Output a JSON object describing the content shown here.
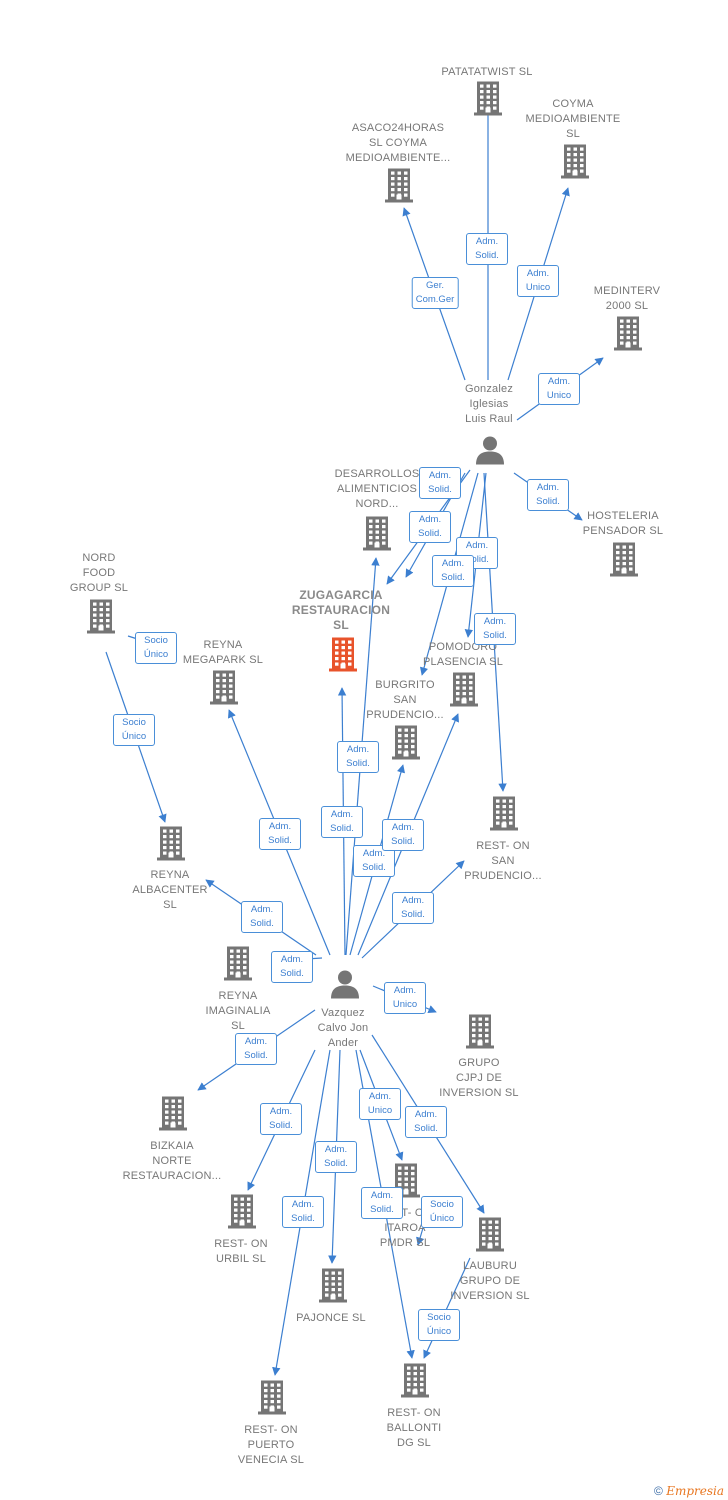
{
  "colors": {
    "edge": "#3c7fd0",
    "node": "#757575",
    "focus": "#e8532b"
  },
  "persons": [
    {
      "id": "gonzalez",
      "label": "Gonzalez\nIglesias\nLuis Raul",
      "icon": "person-icon"
    },
    {
      "id": "vazquez",
      "label": "Vazquez\nCalvo Jon\nAnder",
      "icon": "person-icon"
    }
  ],
  "companies": [
    {
      "id": "patatatwist",
      "label": "PATATATWIST SL",
      "focus": false
    },
    {
      "id": "coyma",
      "label": "COYMA\nMEDIOAMBIENTE\nSL",
      "focus": false
    },
    {
      "id": "asaco",
      "label": "ASACO24HORAS\nSL COYMA\nMEDIOAMBIENTE...",
      "focus": false
    },
    {
      "id": "medinterv",
      "label": "MEDINTERV\n2000  SL",
      "focus": false
    },
    {
      "id": "desarrollos",
      "label": "DESARROLLOS\nALIMENTICIOS\nNORD...",
      "focus": false
    },
    {
      "id": "hosteleria",
      "label": "HOSTELERIA\nPENSADOR SL",
      "focus": false
    },
    {
      "id": "nordfood",
      "label": "NORD\nFOOD\nGROUP  SL",
      "focus": false
    },
    {
      "id": "zugagarcia",
      "label": "ZUGAGARCIA\nRESTAURACION\nSL",
      "focus": true
    },
    {
      "id": "reynamegapark",
      "label": "REYNA\nMEGAPARK  SL",
      "focus": false
    },
    {
      "id": "pomodoro",
      "label": "POMODORO\nPLASENCIA  SL",
      "focus": false
    },
    {
      "id": "burgrito",
      "label": "BURGRITO\nSAN\nPRUDENCIO...",
      "focus": false
    },
    {
      "id": "restonsan",
      "label": "REST- ON\nSAN\nPRUDENCIO...",
      "focus": false
    },
    {
      "id": "reynaalbacenter",
      "label": "REYNA\nALBACENTER\nSL",
      "focus": false
    },
    {
      "id": "reynaimaginalia",
      "label": "REYNA\nIMAGINALIA\nSL",
      "focus": false
    },
    {
      "id": "grupocjpj",
      "label": "GRUPO\nCJPJ DE\nINVERSION  SL",
      "focus": false
    },
    {
      "id": "bizkaia",
      "label": "BIZKAIA\nNORTE\nRESTAURACION...",
      "focus": false
    },
    {
      "id": "restonurbil",
      "label": "REST- ON\nURBIL  SL",
      "focus": false
    },
    {
      "id": "itaroa",
      "label": "REST- ON\nITAROA\nPMDR  SL",
      "focus": false
    },
    {
      "id": "lauburu",
      "label": "LAUBURU\nGRUPO DE\nINVERSION  SL",
      "focus": false
    },
    {
      "id": "pajonce",
      "label": "PAJONCE  SL",
      "focus": false
    },
    {
      "id": "restonpuerto",
      "label": "REST- ON\nPUERTO\nVENECIA  SL",
      "focus": false
    },
    {
      "id": "restonballonti",
      "label": "REST- ON\nBALLONTI\nDG  SL",
      "focus": false
    }
  ],
  "edges": [
    {
      "from": "gonzalez",
      "to": "patatatwist",
      "role": "Adm.\nSolid."
    },
    {
      "from": "gonzalez",
      "to": "coyma",
      "role": "Adm.\nUnico"
    },
    {
      "from": "gonzalez",
      "to": "asaco",
      "role": "Ger.\nCom.Ger"
    },
    {
      "from": "gonzalez",
      "to": "medinterv",
      "role": "Adm.\nUnico"
    },
    {
      "from": "gonzalez",
      "to": "desarrollos",
      "role": "Adm.\nSolid."
    },
    {
      "from": "gonzalez",
      "to": "hosteleria",
      "role": "Adm.\nSolid."
    },
    {
      "from": "gonzalez",
      "to": "burgrito",
      "role": "Adm.\nSolid."
    },
    {
      "from": "gonzalez",
      "to": "pomodoro",
      "role": "Adm.\nSolid."
    },
    {
      "from": "gonzalez",
      "to": "restonsan",
      "role": "Adm.\nSolid."
    },
    {
      "from": "gonzalez",
      "to": "desarrollos",
      "role": "Adm.\nSolid."
    },
    {
      "from": "nordfood",
      "to": "reynamegapark",
      "role": "Socio\nÚnico"
    },
    {
      "from": "nordfood",
      "to": "reynaalbacenter",
      "role": "Socio\nÚnico"
    },
    {
      "from": "vazquez",
      "to": "zugagarcia",
      "role": "Adm.\nSolid."
    },
    {
      "from": "vazquez",
      "to": "desarrollos",
      "role": "Adm.\nSolid."
    },
    {
      "from": "vazquez",
      "to": "reynamegapark",
      "role": "Adm.\nSolid."
    },
    {
      "from": "vazquez",
      "to": "burgrito",
      "role": "Adm.\nSolid."
    },
    {
      "from": "vazquez",
      "to": "pomodoro",
      "role": "Adm.\nSolid."
    },
    {
      "from": "vazquez",
      "to": "restonsan",
      "role": "Adm.\nSolid."
    },
    {
      "from": "vazquez",
      "to": "reynaalbacenter",
      "role": "Adm.\nSolid."
    },
    {
      "from": "vazquez",
      "to": "reynaimaginalia",
      "role": "Adm.\nSolid."
    },
    {
      "from": "vazquez",
      "to": "grupocjpj",
      "role": "Adm.\nUnico"
    },
    {
      "from": "vazquez",
      "to": "bizkaia",
      "role": "Adm.\nSolid."
    },
    {
      "from": "vazquez",
      "to": "restonurbil",
      "role": "Adm.\nSolid."
    },
    {
      "from": "vazquez",
      "to": "itaroa",
      "role": "Adm.\nUnico"
    },
    {
      "from": "vazquez",
      "to": "lauburu",
      "role": "Adm.\nSolid."
    },
    {
      "from": "vazquez",
      "to": "pajonce",
      "role": "Adm.\nSolid."
    },
    {
      "from": "vazquez",
      "to": "restonpuerto",
      "role": "Adm.\nSolid."
    },
    {
      "from": "vazquez",
      "to": "restonballonti",
      "role": "Adm.\nSolid."
    },
    {
      "from": "itaroa",
      "to": "restonballonti",
      "role": "Socio\nÚnico"
    },
    {
      "from": "lauburu",
      "to": "restonballonti",
      "role": "Socio\nÚnico"
    }
  ],
  "footer": {
    "copyright_symbol": "©",
    "brand": "Empresia"
  }
}
